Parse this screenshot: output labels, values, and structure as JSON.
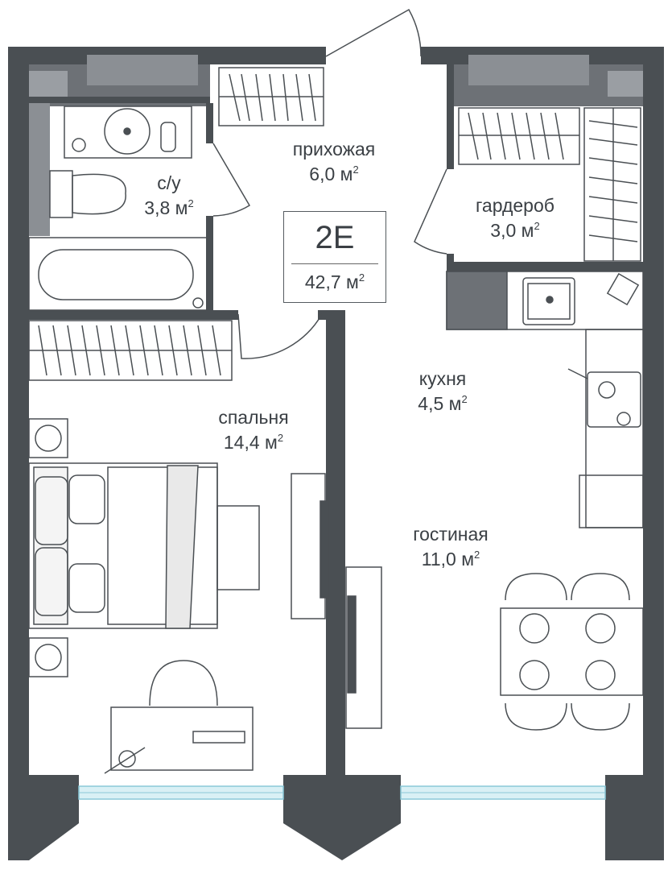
{
  "plan": {
    "code": "2E",
    "total_area": "42,7 м",
    "area_unit_sup": "2"
  },
  "rooms": {
    "hallway": {
      "name": "прихожая",
      "area": "6,0 м",
      "sup": "2"
    },
    "bathroom": {
      "name": "с/у",
      "area": "3,8 м",
      "sup": "2"
    },
    "wardrobe": {
      "name": "гардероб",
      "area": "3,0 м",
      "sup": "2"
    },
    "kitchen": {
      "name": "кухня",
      "area": "4,5 м",
      "sup": "2"
    },
    "bedroom": {
      "name": "спальня",
      "area": "14,4 м",
      "sup": "2"
    },
    "living": {
      "name": "гостиная",
      "area": "11,0 м",
      "sup": "2"
    }
  },
  "colors": {
    "wall": "#4a4f53",
    "wall_inner": "#6d7176",
    "window_glass": "#a8d8e4",
    "fixture": "#4a4f53",
    "background": "#ffffff"
  }
}
